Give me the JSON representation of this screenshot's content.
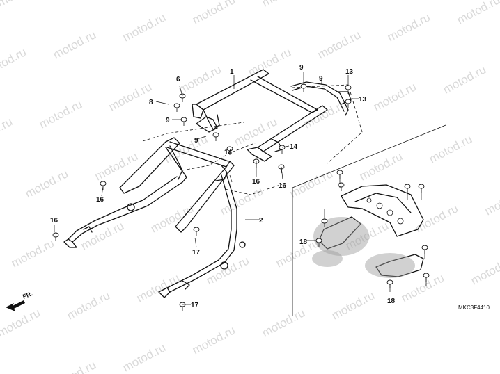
{
  "watermark": "motod.ru",
  "drawing_code": "MKC3F4410",
  "direction_label": "FR.",
  "callouts": [
    "1",
    "2",
    "6",
    "8",
    "9",
    "9",
    "9",
    "9",
    "13",
    "13",
    "14",
    "14",
    "16",
    "16",
    "16",
    "16",
    "17",
    "17",
    "18",
    "18"
  ]
}
